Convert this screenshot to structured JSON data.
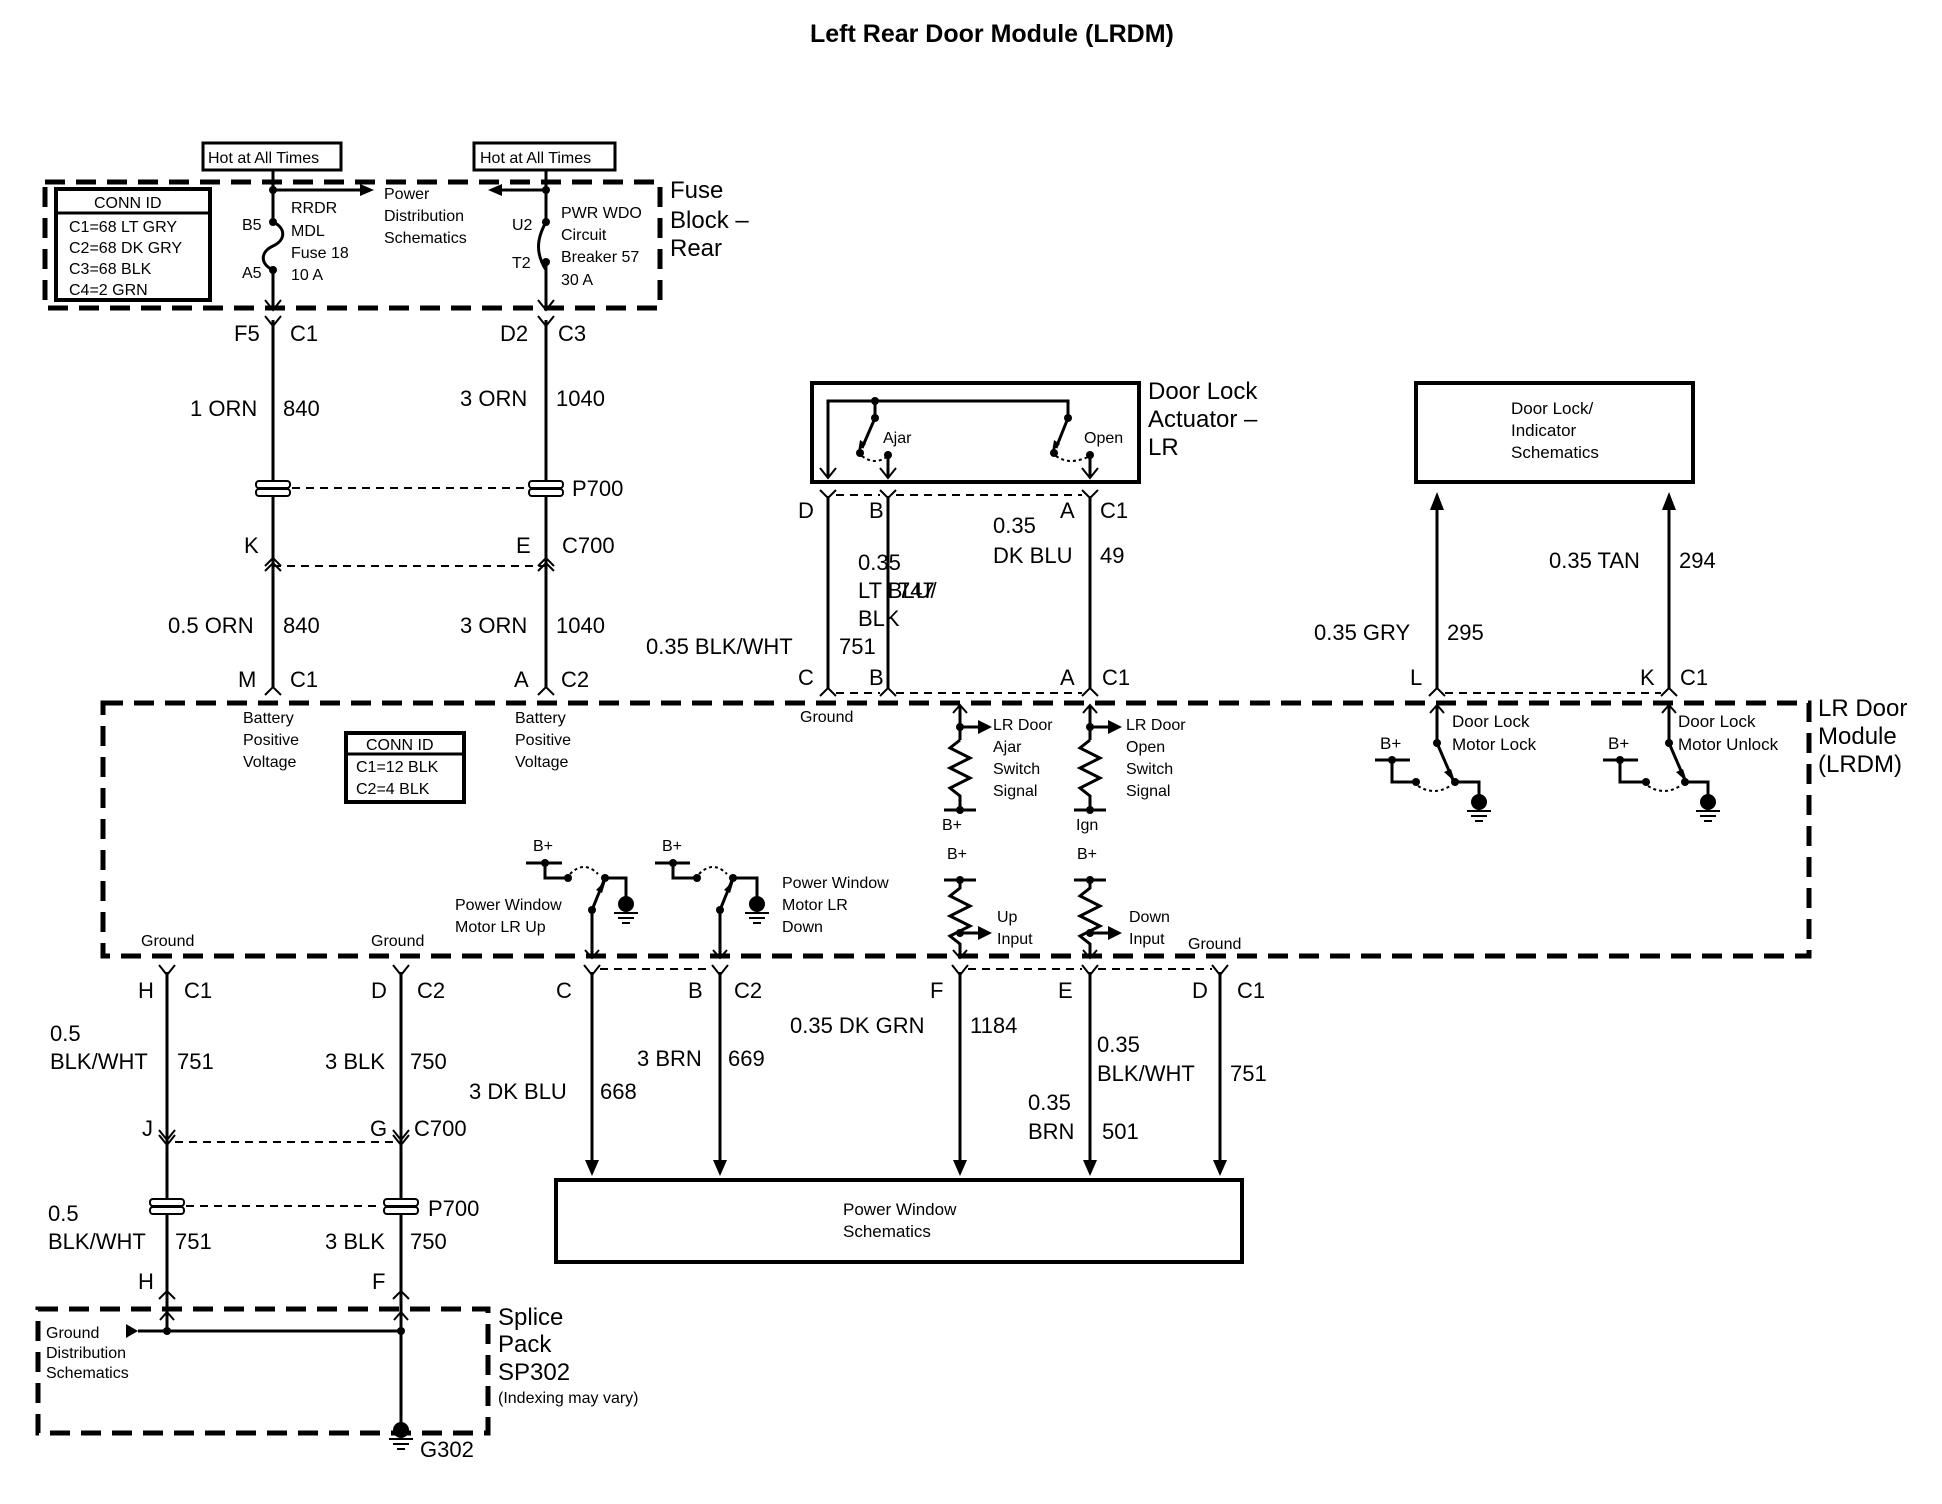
{
  "title": "Left Rear Door Module (LRDM)",
  "fuse_block": {
    "name": [
      "Fuse",
      "Block –",
      "Rear"
    ],
    "hot_labels": [
      "Hot at All Times",
      "Hot at All Times"
    ],
    "conn_id": {
      "header": "CONN ID",
      "rows": [
        "C1=68 LT GRY",
        "C2=68 DK GRY",
        "C3=68 BLK",
        "C4=2 GRN"
      ]
    },
    "fuse": {
      "pin_top": "B5",
      "pin_bottom": "A5",
      "label": [
        "RRDR",
        "MDL",
        "Fuse 18",
        "10 A"
      ]
    },
    "breaker": {
      "pin_top": "U2",
      "pin_bottom": "T2",
      "label": [
        "PWR WDO",
        "Circuit",
        "Breaker 57",
        "30 A"
      ]
    },
    "power_dist": [
      "Power",
      "Distribution",
      "Schematics"
    ]
  },
  "upper_wires": {
    "left": {
      "pin_top": "F5",
      "conn_top": "C1",
      "wire_top": "1 ORN",
      "circuit_top": "840",
      "pin_mid": "K",
      "wire_bottom": "0.5 ORN",
      "circuit_bottom": "840",
      "pin_bottom": "M",
      "conn_bottom": "C1"
    },
    "right": {
      "pin_top": "D2",
      "conn_top": "C3",
      "wire_top": "3 ORN",
      "circuit_top": "1040",
      "pin_mid": "E",
      "conn_mid": "C700",
      "wire_bottom": "3 ORN",
      "circuit_bottom": "1040",
      "pin_bottom": "A",
      "conn_bottom": "C2"
    },
    "inline_connector": "P700"
  },
  "door_lock_actuator": {
    "name": [
      "Door Lock",
      "Actuator –",
      "LR"
    ],
    "switches": [
      "Ajar",
      "Open"
    ],
    "pins_top": [
      "D",
      "B",
      "A",
      "C1"
    ],
    "pins_bottom": [
      "C",
      "B",
      "A",
      "C1"
    ],
    "wires": [
      {
        "gauge_color": "0.35 BLK/WHT",
        "circuit": "751"
      },
      {
        "gauge_color": [
          "0.35",
          "LT BLU/",
          "BLK"
        ],
        "circuit": "747"
      },
      {
        "gauge_color": [
          "0.35",
          "DK BLU"
        ],
        "circuit": "49"
      }
    ]
  },
  "indicator_box": {
    "label": [
      "Door Lock/",
      "Indicator",
      "Schematics"
    ]
  },
  "indicator_wires": [
    {
      "gauge_color": "0.35 GRY",
      "circuit": "295",
      "pin": "L"
    },
    {
      "gauge_color": "0.35 TAN",
      "circuit": "294",
      "pin": "K",
      "conn": "C1"
    }
  ],
  "lrdm": {
    "name": [
      "LR Door",
      "Module",
      "(LRDM)"
    ],
    "conn_id": {
      "header": "CONN ID",
      "rows": [
        "C1=12 BLK",
        "C2=4 BLK"
      ]
    },
    "bpv": [
      "Battery",
      "Positive",
      "Voltage"
    ],
    "ground": "Ground",
    "ajar_signal": [
      "LR Door",
      "Ajar",
      "Switch",
      "Signal"
    ],
    "open_signal": [
      "LR Door",
      "Open",
      "Switch",
      "Signal"
    ],
    "b_plus": "B+",
    "ign": "Ign",
    "up_input": [
      "Up",
      "Input"
    ],
    "down_input": [
      "Down",
      "Input"
    ],
    "pw_up": [
      "Power Window",
      "Motor LR Up"
    ],
    "pw_down": [
      "Power Window",
      "Motor LR",
      "Down"
    ],
    "lock_motor": [
      "Door Lock",
      "Motor Lock"
    ],
    "unlock_motor": [
      "Door Lock",
      "Motor Unlock"
    ]
  },
  "lower_wires": {
    "ground_left": {
      "pin_top": "H",
      "conn_top": "C1",
      "gauge": "0.5",
      "color": "BLK/WHT",
      "circuit": "751",
      "pin_mid": "J",
      "gauge2": "0.5",
      "color2": "BLK/WHT",
      "circuit2": "751",
      "pin_bottom": "H"
    },
    "ground_right": {
      "pin_top": "D",
      "conn_top": "C2",
      "wire": "3 BLK",
      "circuit": "750",
      "pin_mid": "G",
      "conn_mid": "C700",
      "wire2": "3 BLK",
      "circuit2": "750",
      "pin_bottom": "F"
    },
    "inline_connector": "P700",
    "pw": [
      {
        "pin": "C",
        "wire": "3 DK BLU",
        "circuit": "668"
      },
      {
        "pin": "B",
        "conn": "C2",
        "wire": "3 BRN",
        "circuit": "669"
      },
      {
        "pin": "F",
        "wire": "0.35 DK GRN",
        "circuit": "1184"
      },
      {
        "pin": "E",
        "wire": [
          "0.35",
          "BRN"
        ],
        "circuit": "501"
      },
      {
        "pin": "D",
        "conn": "C1",
        "wire": [
          "0.35",
          "BLK/WHT"
        ],
        "circuit": "751"
      }
    ]
  },
  "power_window_box": {
    "label": [
      "Power Window",
      "Schematics"
    ]
  },
  "splice_pack": {
    "name": [
      "Splice",
      "Pack",
      "SP302",
      "(Indexing may vary)"
    ],
    "ground_dist": [
      "Ground",
      "Distribution",
      "Schematics"
    ],
    "ground_id": "G302"
  }
}
